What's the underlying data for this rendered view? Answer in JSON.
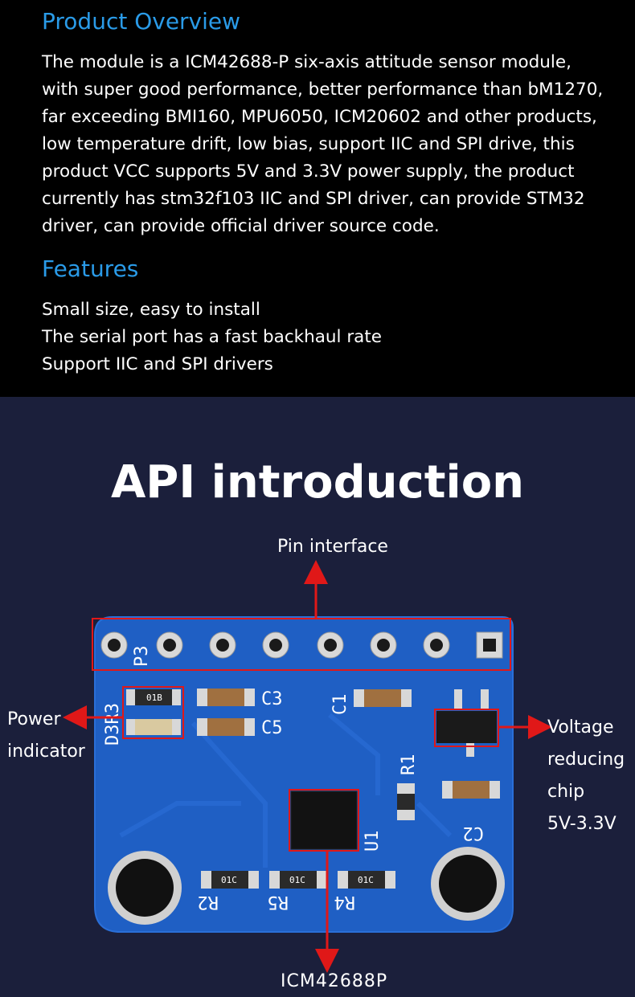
{
  "overview": {
    "heading": "Product Overview",
    "lines": [
      "The module is a ICM42688-P six-axis attitude sensor module,",
      "with super good performance, better performance than bM1270,",
      "far exceeding BMI160, MPU6050, ICM20602 and other products,",
      "low temperature drift, low bias, support IIC and SPI drive, this",
      "product VCC supports 5V and 3.3V power supply, the product",
      "currently has stm32f103 IIC and SPI driver, can provide STM32",
      "driver, can provide official driver source code."
    ]
  },
  "features": {
    "heading": "Features",
    "items": [
      "Small size, easy to install",
      "The serial port has a fast backhaul rate",
      "Support IIC and SPI drivers"
    ]
  },
  "api": {
    "title": "API introduction",
    "labels": {
      "pin_interface": "Pin interface",
      "power_indicator": [
        "Power",
        "indicator"
      ],
      "voltage_chip": [
        "Voltage",
        "reducing",
        "chip",
        "5V-3.3V"
      ],
      "chip": "ICM42688P"
    },
    "silkscreen": {
      "p3": "P3",
      "d3r3": "D3R3",
      "c3": "C3",
      "c5": "C5",
      "c1": "C1",
      "r1": "R1",
      "c2": "C2",
      "u1": "U1",
      "r2": "R2",
      "r5": "R5",
      "r4": "R4",
      "res_01b": "01B",
      "res_01c_a": "01C",
      "res_01c_b": "01C",
      "res_01c_c": "01C"
    }
  },
  "colors": {
    "heading_blue": "#2a9be8",
    "board_blue": "#1f5fc4",
    "annotation_red": "#e01818"
  }
}
